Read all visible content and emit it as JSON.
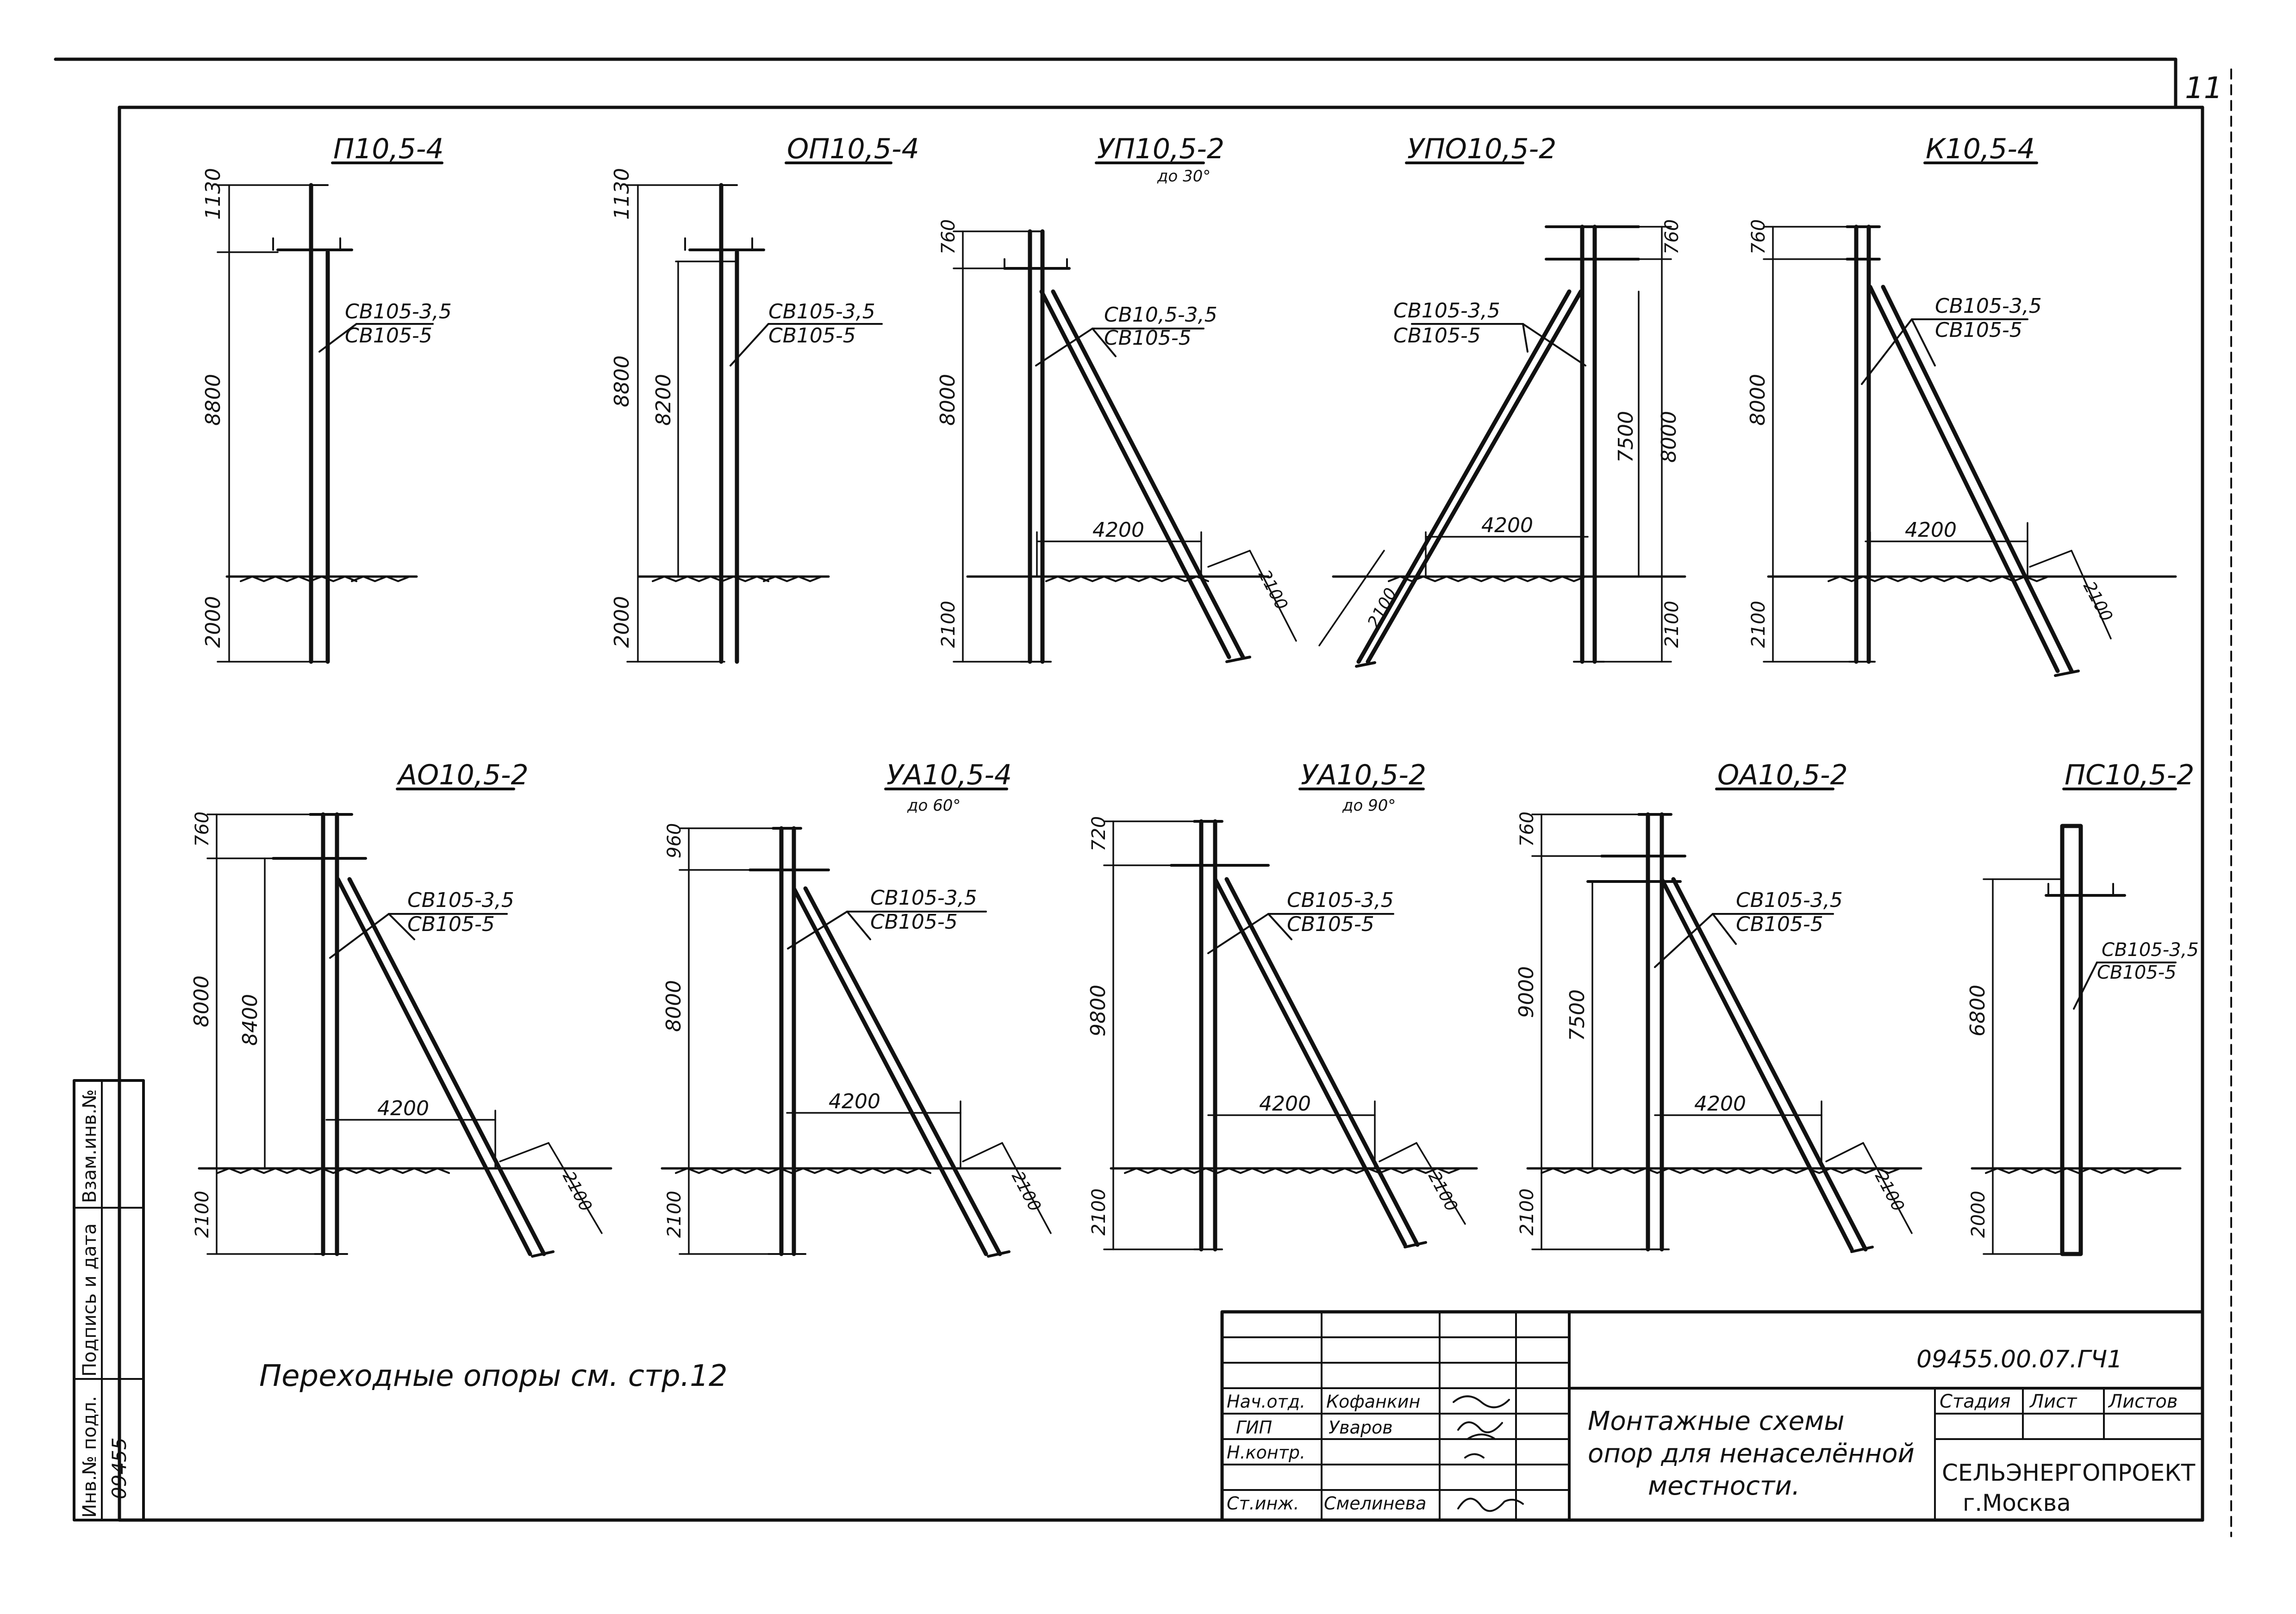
{
  "page_number": "11",
  "note": "Переходные опоры см. стр.12",
  "supports": [
    {
      "id": "p1",
      "title": "П10,5-4",
      "sub": "",
      "dims": [
        "1130",
        "8800",
        "2000"
      ],
      "callout": [
        "СВ105-3,5",
        "СВ105-5"
      ]
    },
    {
      "id": "p2",
      "title": "ОП10,5-4",
      "sub": "",
      "dims": [
        "1130",
        "8800",
        "8200",
        "2000"
      ],
      "callout": [
        "СВ105-3,5",
        "СВ105-5"
      ]
    },
    {
      "id": "p3",
      "title": "УП10,5-2",
      "sub": "до 30°",
      "dims": [
        "760",
        "8000",
        "4200",
        "2100",
        "2100"
      ],
      "callout": [
        "СВ10,5-3,5",
        "СВ105-5"
      ]
    },
    {
      "id": "p4",
      "title": "УПО10,5-2",
      "sub": "",
      "dims": [
        "760",
        "7500",
        "8000",
        "4200",
        "2100",
        "2100"
      ],
      "callout": [
        "СВ105-3,5",
        "СВ105-5"
      ]
    },
    {
      "id": "p5",
      "title": "К10,5-4",
      "sub": "",
      "dims": [
        "760",
        "8000",
        "4200",
        "2100",
        "2100"
      ],
      "callout": [
        "СВ105-3,5",
        "СВ105-5"
      ]
    },
    {
      "id": "p6",
      "title": "АО10,5-2",
      "sub": "",
      "dims": [
        "760",
        "8000",
        "8400",
        "4200",
        "2100",
        "2100"
      ],
      "callout": [
        "СВ105-3,5",
        "СВ105-5"
      ]
    },
    {
      "id": "p7",
      "title": "УА10,5-4",
      "sub": "до 60°",
      "dims": [
        "960",
        "8000",
        "4200",
        "2100",
        "2100"
      ],
      "callout": [
        "СВ105-3,5",
        "СВ105-5"
      ]
    },
    {
      "id": "p8",
      "title": "УА10,5-2",
      "sub": "до 90°",
      "dims": [
        "720",
        "9800",
        "4200",
        "2100",
        "2100"
      ],
      "callout": [
        "СВ105-3,5",
        "СВ105-5"
      ]
    },
    {
      "id": "p9",
      "title": "ОА10,5-2",
      "sub": "",
      "dims": [
        "760",
        "9000",
        "7500",
        "4200",
        "2100",
        "2100"
      ],
      "callout": [
        "СВ105-3,5",
        "СВ105-5"
      ]
    },
    {
      "id": "p10",
      "title": "ПС10,5-2",
      "sub": "",
      "dims": [
        "6800",
        "2000"
      ],
      "callout": [
        "СВ105-3,5",
        "СВ105-5"
      ]
    }
  ],
  "title_block": {
    "doc_code": "09455.00.07.ГЧ1",
    "roles": [
      "Нач.отд.",
      "ГИП",
      "Н.контр.",
      "Ст.инж."
    ],
    "names": [
      "Кофанкин",
      "Уваров",
      "",
      "Смелинева"
    ],
    "description": [
      "Монтажные схемы",
      "опор для ненаселённой",
      "местности."
    ],
    "col_headers": [
      "Стадия",
      "Лист",
      "Листов"
    ],
    "org": [
      "СЕЛЬЭНЕРГОПРОЕКТ",
      "г.Москва"
    ]
  },
  "side_stamp": {
    "labels": [
      "Инв.№ подл.",
      "Подпись и дата",
      "Взам.инв.№"
    ],
    "inv_number": "09455"
  }
}
